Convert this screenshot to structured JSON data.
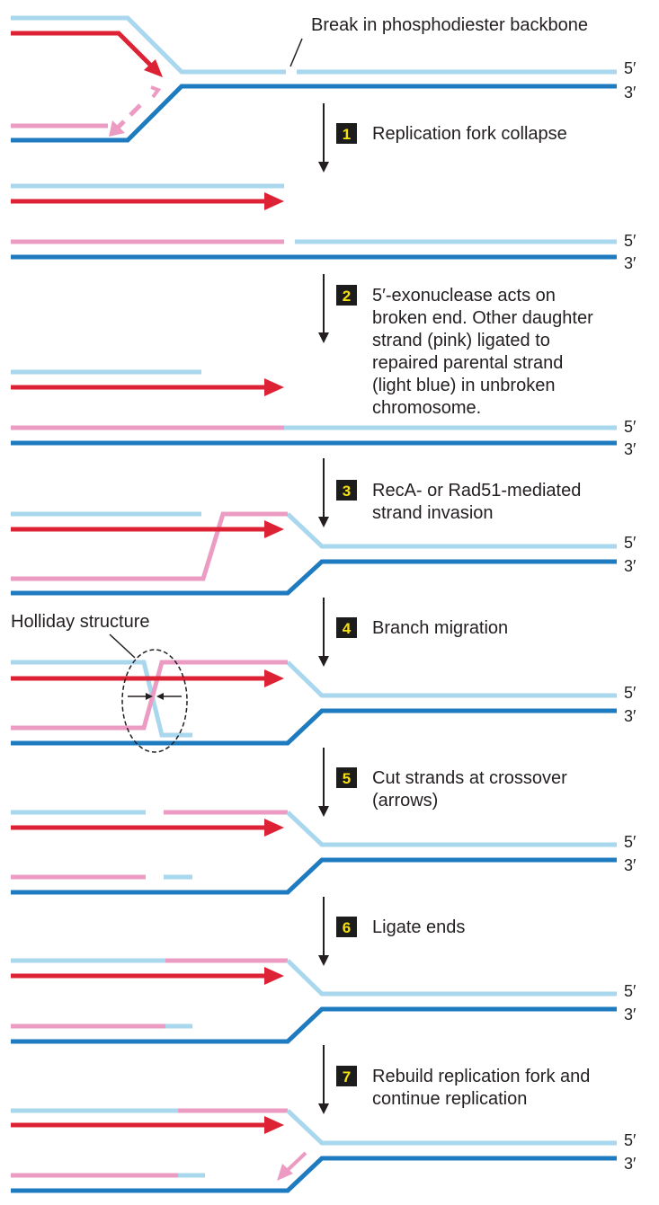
{
  "colors": {
    "parental_dark": "#1f7bbf",
    "parental_light": "#a9d7ee",
    "daughter_red": "#dc2234",
    "daughter_pink": "#ec9cc3",
    "text": "#231f20",
    "step_badge_bg": "#1c1c1c",
    "step_badge_text": "#f6e10f"
  },
  "labels": {
    "break": "Break in phosphodiester backbone",
    "holliday": "Holliday structure"
  },
  "ends": {
    "five_prime": "5′",
    "three_prime": "3′"
  },
  "steps": [
    {
      "number": "1",
      "lines": [
        "Replication fork collapse"
      ]
    },
    {
      "number": "2",
      "lines": [
        "5′-exonuclease acts on",
        "broken end. Other daughter",
        "strand (pink) ligated to",
        "repaired parental strand",
        "(light blue) in unbroken",
        "chromosome."
      ]
    },
    {
      "number": "3",
      "lines": [
        "RecA- or Rad51-mediated",
        "strand invasion"
      ]
    },
    {
      "number": "4",
      "lines": [
        "Branch migration"
      ]
    },
    {
      "number": "5",
      "lines": [
        "Cut strands at crossover",
        "(arrows)"
      ]
    },
    {
      "number": "6",
      "lines": [
        "Ligate ends"
      ]
    },
    {
      "number": "7",
      "lines": [
        "Rebuild replication fork and",
        "continue replication"
      ]
    }
  ]
}
